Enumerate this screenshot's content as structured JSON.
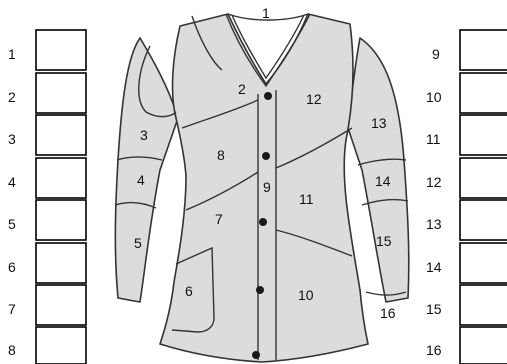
{
  "answer_boxes": {
    "left": [
      {
        "number": "1",
        "value": ""
      },
      {
        "number": "2",
        "value": ""
      },
      {
        "number": "3",
        "value": ""
      },
      {
        "number": "4",
        "value": ""
      },
      {
        "number": "5",
        "value": ""
      },
      {
        "number": "6",
        "value": ""
      },
      {
        "number": "7",
        "value": ""
      },
      {
        "number": "8",
        "value": ""
      }
    ],
    "right": [
      {
        "number": "9",
        "value": ""
      },
      {
        "number": "10",
        "value": ""
      },
      {
        "number": "11",
        "value": ""
      },
      {
        "number": "12",
        "value": ""
      },
      {
        "number": "13",
        "value": ""
      },
      {
        "number": "14",
        "value": ""
      },
      {
        "number": "15",
        "value": ""
      },
      {
        "number": "16",
        "value": ""
      }
    ]
  },
  "jacket_labels": {
    "collar": "1",
    "front_yoke_left": "2",
    "left_upper_sleeve": "3",
    "left_sleeve_band": "4",
    "left_lower_sleeve": "5",
    "pocket": "6",
    "left_lower_front": "7",
    "left_middle_front": "8",
    "placket": "9",
    "right_lower_front": "10",
    "right_middle_front": "11",
    "right_upper_front": "12",
    "right_upper_sleeve": "13",
    "right_sleeve_band": "14",
    "right_lower_sleeve": "15",
    "cuff": "16"
  },
  "colors": {
    "fabric": "#dcdcdc",
    "outline": "#333333",
    "button": "#1a1a1a",
    "box_border": "#000000"
  }
}
